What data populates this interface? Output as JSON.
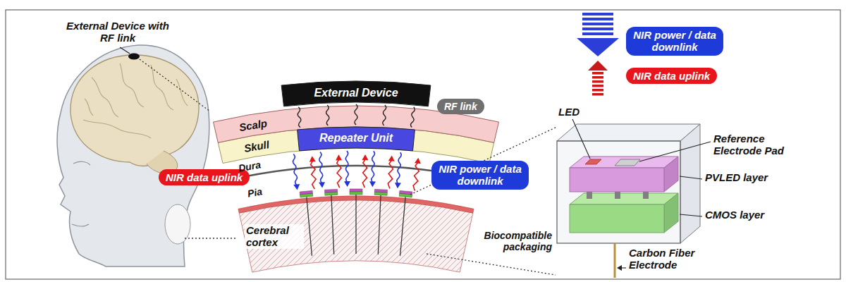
{
  "diagram": {
    "nodes": [
      {
        "text": [
          "External Device"
        ]
      },
      {
        "text": [
          "Repeater Unit"
        ]
      },
      {
        "text": [
          "RF link"
        ]
      },
      {
        "text": [
          "NIR power / data downlink"
        ]
      },
      {
        "text": [
          "NIR data uplink"
        ]
      },
      {
        "text": [
          "NIR power / data downlink"
        ]
      },
      {
        "text": [
          "NIR data uplink"
        ]
      }
    ],
    "labels": [
      "External Device with RF link",
      "Scalp",
      "Skull",
      "Dura",
      "Pia",
      "Cerebral cortex",
      "LED",
      "Reference Electrode Pad",
      "PVLED layer",
      "CMOS layer",
      "Biocompatible packaging",
      "Carbon Fiber Electrode"
    ]
  }
}
